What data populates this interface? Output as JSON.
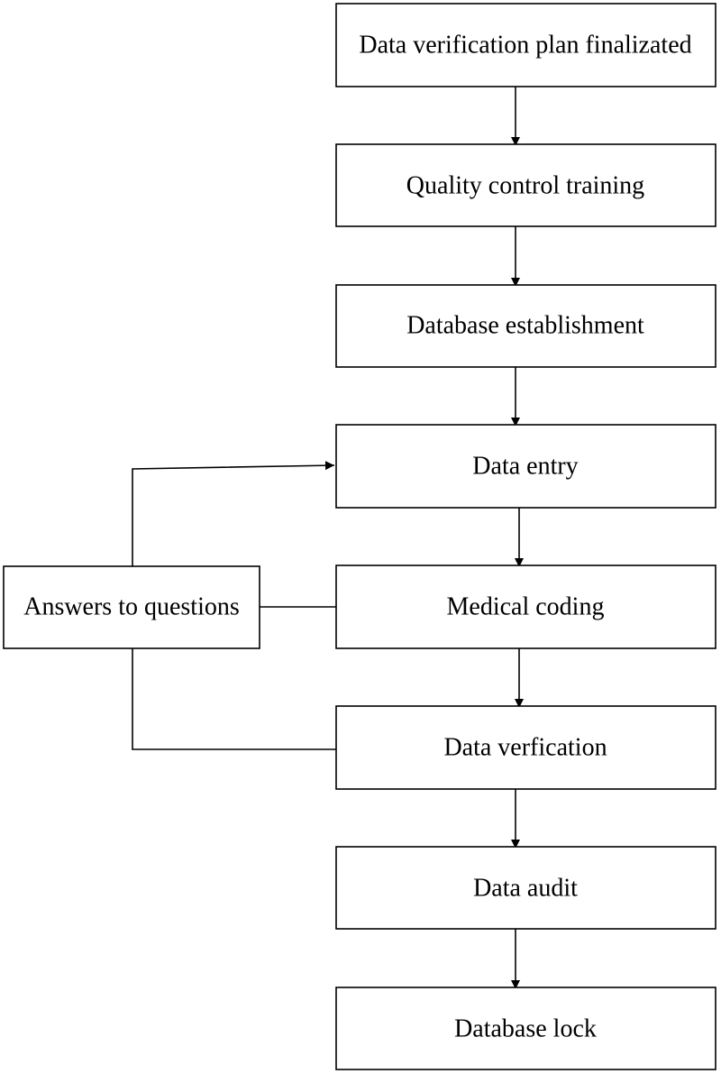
{
  "diagram": {
    "nodes": [
      {
        "id": "plan",
        "label": "Data verification plan finalizated"
      },
      {
        "id": "training",
        "label": "Quality control training"
      },
      {
        "id": "database",
        "label": "Database establishment"
      },
      {
        "id": "entry",
        "label": "Data entry"
      },
      {
        "id": "coding",
        "label": "Medical coding"
      },
      {
        "id": "verification",
        "label": "Data verfication"
      },
      {
        "id": "audit",
        "label": "Data audit"
      },
      {
        "id": "lock",
        "label": "Database lock"
      },
      {
        "id": "answers",
        "label": "Answers to questions"
      }
    ],
    "edges": [
      {
        "from": "plan",
        "to": "training",
        "arrow": true
      },
      {
        "from": "training",
        "to": "database",
        "arrow": true
      },
      {
        "from": "database",
        "to": "entry",
        "arrow": true
      },
      {
        "from": "entry",
        "to": "coding",
        "arrow": true
      },
      {
        "from": "coding",
        "to": "verification",
        "arrow": true
      },
      {
        "from": "verification",
        "to": "audit",
        "arrow": true
      },
      {
        "from": "audit",
        "to": "lock",
        "arrow": true
      },
      {
        "from": "coding",
        "to": "answers",
        "arrow": false
      },
      {
        "from": "verification",
        "to": "answers",
        "arrow": false
      },
      {
        "from": "answers",
        "to": "entry",
        "arrow": true
      }
    ],
    "colors": {
      "stroke": "#000000",
      "fill": "#ffffff",
      "text": "#000000"
    }
  }
}
